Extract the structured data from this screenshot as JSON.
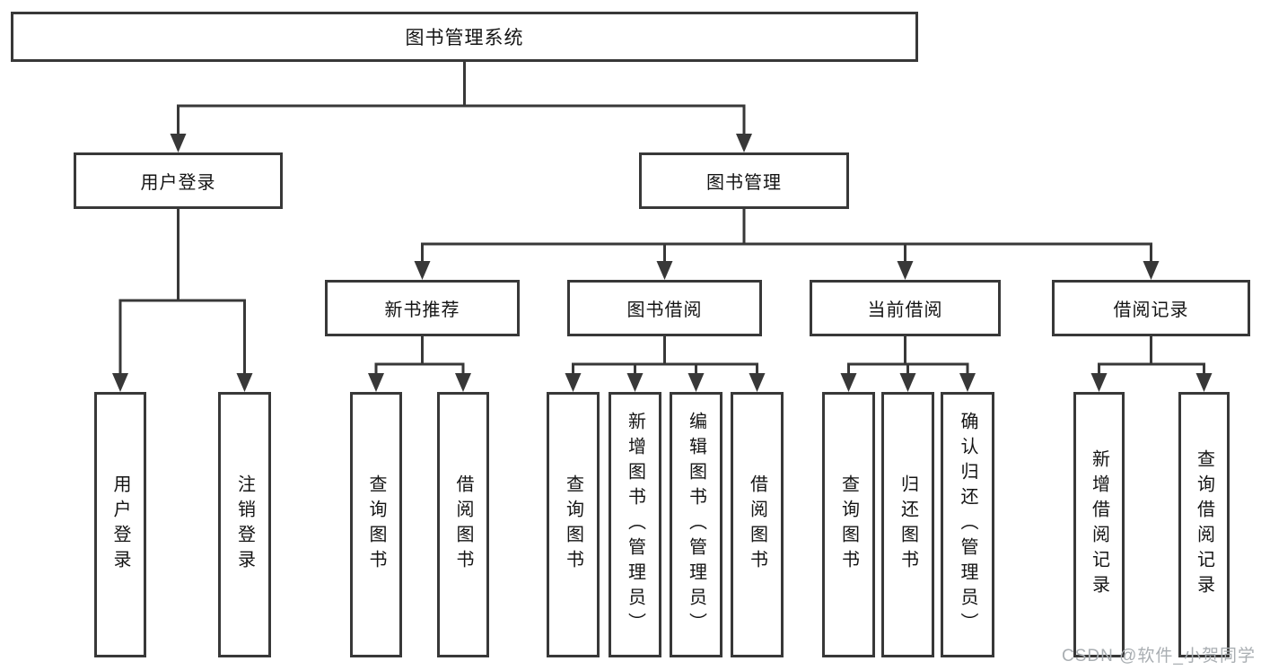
{
  "diagram": {
    "root": {
      "label": "图书管理系统"
    },
    "user_login": {
      "label": "用户登录",
      "children": [
        {
          "label": "用户登录"
        },
        {
          "label": "注销登录"
        }
      ]
    },
    "book_mgmt": {
      "label": "图书管理"
    },
    "new_books": {
      "label": "新书推荐",
      "children": [
        {
          "label": "查询图书"
        },
        {
          "label": "借阅图书"
        }
      ]
    },
    "borrowing": {
      "label": "图书借阅",
      "children": [
        {
          "label": "查询图书"
        },
        {
          "label": "新增图书（管理员）"
        },
        {
          "label": "编辑图书（管理员）"
        },
        {
          "label": "借阅图书"
        }
      ]
    },
    "current": {
      "label": "当前借阅",
      "children": [
        {
          "label": "查询图书"
        },
        {
          "label": "归还图书"
        },
        {
          "label": "确认归还（管理员）"
        }
      ]
    },
    "records": {
      "label": "借阅记录",
      "children": [
        {
          "label": "新增借阅记录"
        },
        {
          "label": "查询借阅记录"
        }
      ]
    }
  },
  "watermark": {
    "text": "CSDN @软件_小贺同学"
  },
  "colors": {
    "line": "#383838",
    "text": "#141414",
    "watermark": "#a9aeb2",
    "background": "#ffffff"
  }
}
